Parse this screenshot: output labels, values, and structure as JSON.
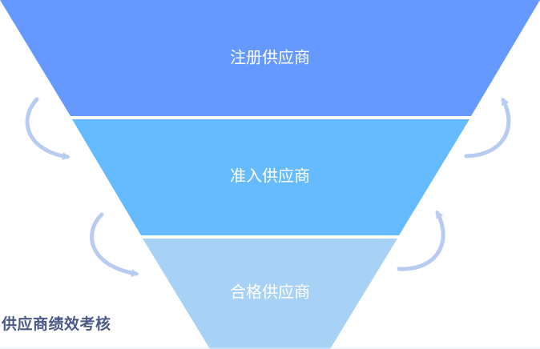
{
  "diagram": {
    "tiers": [
      {
        "label": "注册供应商",
        "color": "#6699ff"
      },
      {
        "label": "准入供应商",
        "color": "#66bbff"
      },
      {
        "label": "合格供应商",
        "color": "#a8d2f5"
      }
    ],
    "caption": "供应商绩效考核",
    "arrow_color": "#b8ccf2",
    "caption_color": "#4a5a86"
  }
}
